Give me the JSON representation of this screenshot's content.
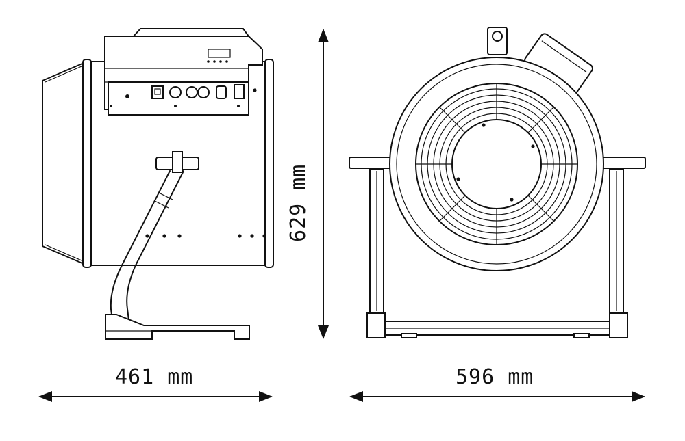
{
  "dimensions": {
    "depth_label": "461 mm",
    "height_label": "629 mm",
    "width_label": "596 mm"
  },
  "colors": {
    "line": "#111111",
    "background": "#ffffff"
  }
}
